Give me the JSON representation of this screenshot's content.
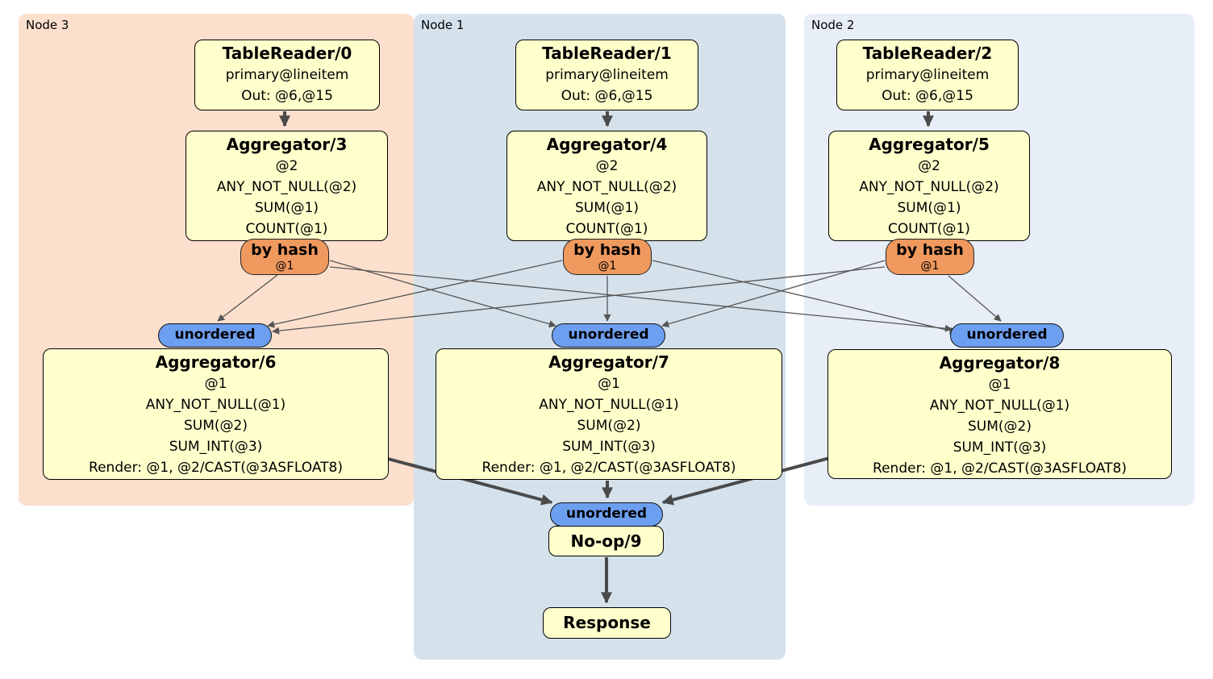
{
  "panels": [
    {
      "label": "Node 3"
    },
    {
      "label": "Node 1"
    },
    {
      "label": "Node 2"
    }
  ],
  "boxes": {
    "tr0": {
      "title": "TableReader/0",
      "lines": [
        "primary@lineitem",
        "Out: @6,@15"
      ]
    },
    "tr1": {
      "title": "TableReader/1",
      "lines": [
        "primary@lineitem",
        "Out: @6,@15"
      ]
    },
    "tr2": {
      "title": "TableReader/2",
      "lines": [
        "primary@lineitem",
        "Out: @6,@15"
      ]
    },
    "agg3": {
      "title": "Aggregator/3",
      "lines": [
        "@2",
        "ANY_NOT_NULL(@2)",
        "SUM(@1)",
        "COUNT(@1)"
      ]
    },
    "agg4": {
      "title": "Aggregator/4",
      "lines": [
        "@2",
        "ANY_NOT_NULL(@2)",
        "SUM(@1)",
        "COUNT(@1)"
      ]
    },
    "agg5": {
      "title": "Aggregator/5",
      "lines": [
        "@2",
        "ANY_NOT_NULL(@2)",
        "SUM(@1)",
        "COUNT(@1)"
      ]
    },
    "agg6": {
      "title": "Aggregator/6",
      "lines": [
        "@1",
        "ANY_NOT_NULL(@1)",
        "SUM(@2)",
        "SUM_INT(@3)",
        "Render: @1, @2/CAST(@3ASFLOAT8)"
      ]
    },
    "agg7": {
      "title": "Aggregator/7",
      "lines": [
        "@1",
        "ANY_NOT_NULL(@1)",
        "SUM(@2)",
        "SUM_INT(@3)",
        "Render: @1, @2/CAST(@3ASFLOAT8)"
      ]
    },
    "agg8": {
      "title": "Aggregator/8",
      "lines": [
        "@1",
        "ANY_NOT_NULL(@1)",
        "SUM(@2)",
        "SUM_INT(@3)",
        "Render: @1, @2/CAST(@3ASFLOAT8)"
      ]
    },
    "noop": {
      "title": "No-op/9"
    },
    "response": {
      "title": "Response"
    }
  },
  "routers": [
    {
      "label": "by hash",
      "detail": "@1"
    },
    {
      "label": "by hash",
      "detail": "@1"
    },
    {
      "label": "by hash",
      "detail": "@1"
    }
  ],
  "syncs": [
    {
      "label": "unordered"
    },
    {
      "label": "unordered"
    },
    {
      "label": "unordered"
    },
    {
      "label": "unordered"
    }
  ],
  "colors": {
    "operator_fill": "#ffffcc",
    "operator_border": "#000000",
    "router_fill": "#f0995f",
    "sync_fill": "#6d9ff1",
    "node3_panel": "#fce0cd",
    "node1_panel": "#d5e2ec",
    "node2_panel": "#e8eef8",
    "edge_thick": "#4a4a4a",
    "edge_thin": "#555555"
  }
}
